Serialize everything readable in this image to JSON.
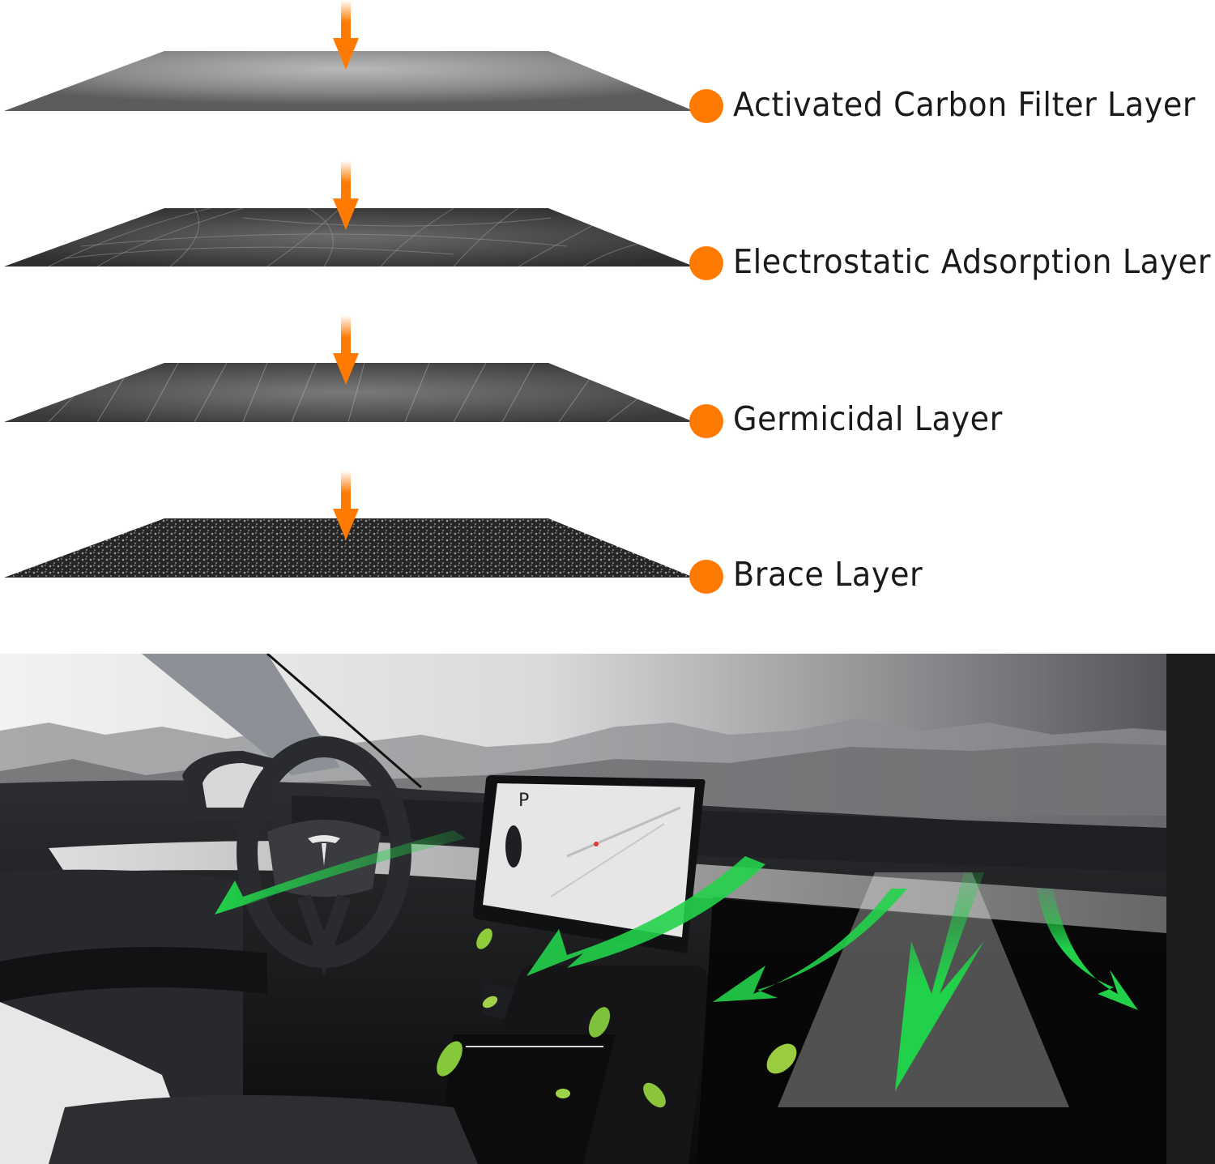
{
  "colors": {
    "accent_orange": "#ff7a00",
    "airflow_green": "#22d14a",
    "label_text": "#1a1a1a",
    "background": "#ffffff"
  },
  "filter_layers": {
    "title": "",
    "items": [
      {
        "label": "Activated Carbon Filter Layer",
        "texture": "smooth-gray",
        "indicator": "orange-dot",
        "arrow": "orange-down-arrow"
      },
      {
        "label": "Electrostatic Adsorption Layer",
        "texture": "scratched-dark",
        "indicator": "orange-dot",
        "arrow": "orange-down-arrow"
      },
      {
        "label": "Germicidal Layer",
        "texture": "fibrous-gray",
        "indicator": "orange-dot",
        "arrow": "orange-down-arrow"
      },
      {
        "label": "Brace Layer",
        "texture": "mesh-speckled",
        "indicator": "orange-dot",
        "arrow": "orange-down-arrow"
      }
    ]
  },
  "scene": {
    "description": "Car interior with airflow arrows and leaves",
    "screen": {
      "gear": "P"
    },
    "elements": [
      "steering-wheel",
      "touchscreen-display",
      "dashboard",
      "center-console",
      "seat",
      "green-airflow-arrows",
      "leaves"
    ]
  }
}
